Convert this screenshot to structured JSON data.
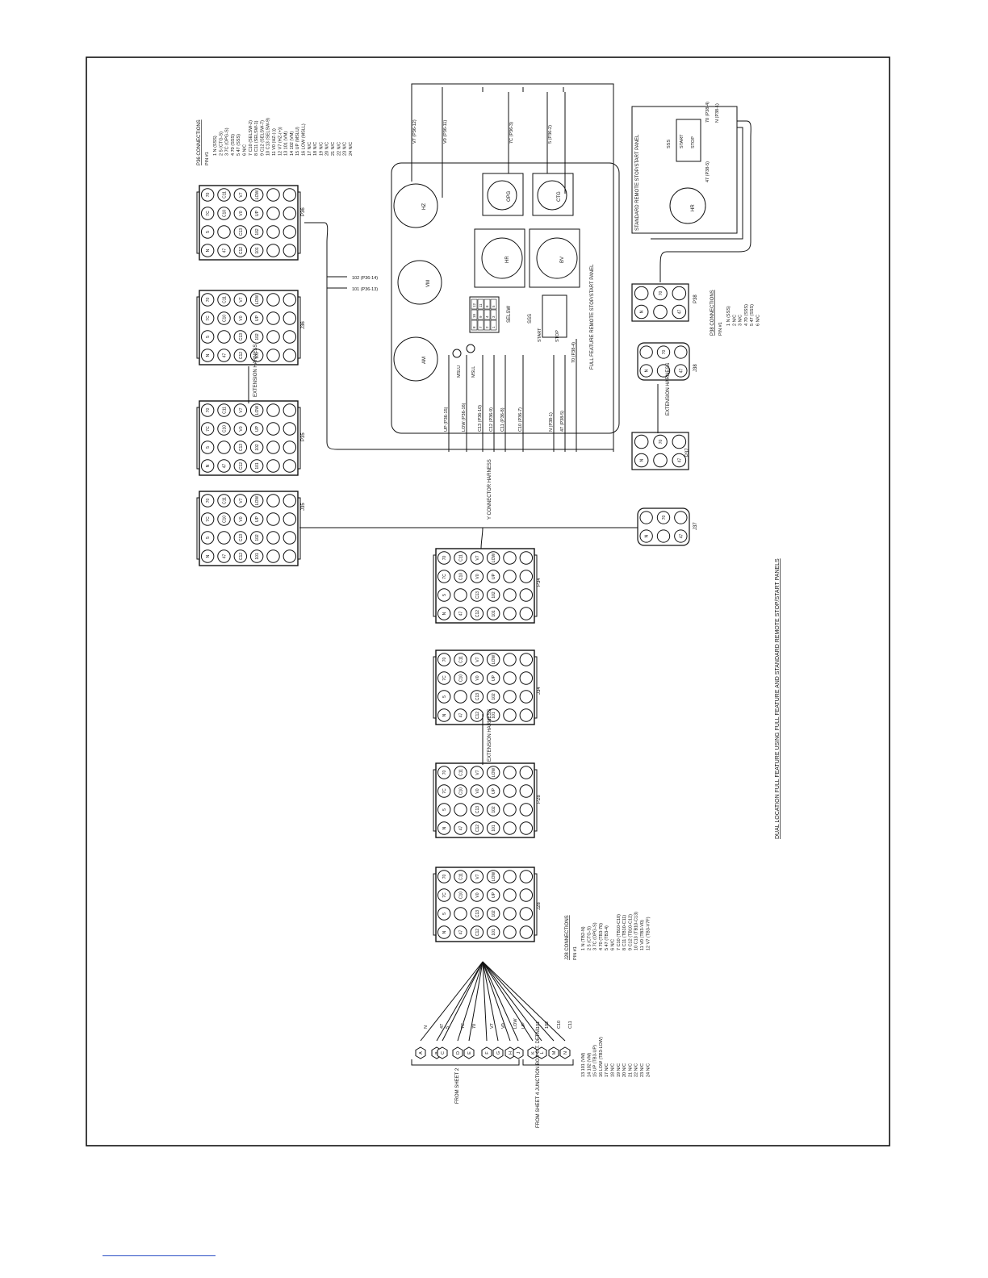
{
  "title": "DUAL LOCATION FULL FEATURE USING FULL FEATURE AND STANDARD REMOTE STOP/START PANELS",
  "p36_connections": {
    "heading": "P36 CONNECTIONS",
    "pin_label": "PIN #1",
    "rows": [
      "1  N     (SSS)",
      "2  5     (CTG-S)",
      "3  7C    (OPG-S)",
      "4  70    (SSS)",
      "5  47    (SSS)",
      "6  N/C",
      "7  C10   (SELSW-2)",
      "8  C11   (SELSW-1)",
      "9  C12   (SELSW-7)",
      "10  C13   (SELSW-9)",
      "11  V0    (HZ-(-))",
      "12  V7    (HZ-(+))",
      "13  101   (VM)",
      "14  102   (VM)",
      "15  UP    (MSLU)",
      "16  LOW   (MSLL)",
      "17  N/C",
      "18  N/C",
      "19  N/C",
      "20  N/C",
      "21  N/C",
      "22  N/C",
      "23  N/C",
      "24  N/C"
    ]
  },
  "j28_connections": {
    "heading": "J28 CONNECTIONS",
    "pin_label": "PIN #1",
    "rows": [
      "1  N     (TB2-N)",
      "2  5     (CTG-S)",
      "3  7C    (OPG-S)",
      "4  70    (TB3-70)",
      "5  47    (TB3-4)",
      "6  N/C",
      "7  C10   (TB10-C10)",
      "8  C11   (TB10-C11)",
      "9  C12   (TB10-C12)",
      "10  C13   (TB10-C13)",
      "11  V0    (TB3-V0)",
      "12  V7    (TB3-V7F)"
    ],
    "rows_right": [
      "13  101   (VM)",
      "14  102   (VM)",
      "15  UP    (TB3-UP)",
      "16  LOW   (TB3-LOW)",
      "17  N/C",
      "18  N/C",
      "19  N/C",
      "20  N/C",
      "21  N/C",
      "22  N/C",
      "23  N/C",
      "24  N/C"
    ]
  },
  "p38_connections": {
    "heading": "P38 CONNECTIONS",
    "pin_label": "PIN #1",
    "rows": [
      "1  N    (SSS)",
      "2  N/C",
      "3  N/C",
      "4  70   (SSS)",
      "5  47   (SSS)",
      "6  N/C"
    ]
  },
  "connectors": {
    "p36": "P36",
    "j36": "J36",
    "p35": "P35",
    "j35": "J35",
    "p34": "P34",
    "j34": "J34",
    "p28": "P28",
    "j28": "J28",
    "p37": "P37",
    "j37": "J37",
    "j38": "J38",
    "p38": "P38"
  },
  "harness_labels": {
    "ext1": "EXTENSION HARNESS",
    "ext2": "EXTENSION HARNESS",
    "ext3": "EXTENSION HARNESS",
    "y": "Y CONNECTOR HARNESS"
  },
  "pin_sets": {
    "p36_24": [
      "N",
      "5",
      "7C",
      "70",
      "47",
      "",
      "C10",
      "C11",
      "C12",
      "C13",
      "V0",
      "V7",
      "101",
      "102",
      "UP",
      "LOW",
      "",
      "",
      "",
      "",
      "",
      "",
      "",
      ""
    ],
    "p38_6": [
      "N",
      "",
      "",
      "70",
      "47",
      ""
    ]
  },
  "full_panel": {
    "title": "FULL FEATURE REMOTE STOP/START PANEL",
    "meters": [
      "HZ",
      "VM",
      "AM"
    ],
    "gauges": [
      "OPG",
      "CTG"
    ],
    "relays": [
      "HR",
      "BV"
    ],
    "switches": [
      "SELSW",
      "SSS",
      "MSLU",
      "MSLL",
      "START",
      "STOP"
    ],
    "wire_labels": [
      "V7 (P36-12)",
      "V0 (P36-11)",
      "7C (P36-3)",
      "5 (P36-2)",
      "102 (P36-14)",
      "101 (P36-13)",
      "UP (P36-15)",
      "LOW (P36-16)",
      "C13 (P36-10)",
      "C12 (P36-9)",
      "C11 (P36-8)",
      "C10 (P36-7)",
      "N (P36-1)",
      "47 (P36-5)",
      "70 (P36-4)",
      "V0",
      "C10",
      "C3",
      "N",
      "70",
      "SELSW",
      "SSS"
    ],
    "selsw_pins": [
      "12",
      "10",
      "8",
      "11",
      "9",
      "7",
      "6",
      "4",
      "2",
      "5",
      "3",
      "1"
    ]
  },
  "std_panel": {
    "title": "STANDARD REMOTE STOP/START PANEL",
    "wire_labels": [
      "70 (P38-4)",
      "N (P38-1)",
      "47 (P38-5)",
      "SSS",
      "START",
      "STOP",
      "HR",
      "N",
      "70"
    ]
  },
  "from_labels": {
    "sheet2": "FROM SHEET 2",
    "sheet4": "FROM SHEET 4 JUNCTION BOX C.T. DETAIL"
  },
  "terminals": {
    "letters": [
      "A",
      "B",
      "C",
      "D",
      "E",
      "F",
      "G",
      "H",
      "J",
      "K",
      "L",
      "M",
      "N",
      "P",
      "R"
    ],
    "wire_names": [
      "N",
      "47",
      "5",
      "7C",
      "70",
      "V7",
      "V0",
      "LOW",
      "UP",
      "101",
      "102",
      "C10",
      "C11",
      "C12",
      "C13"
    ]
  }
}
